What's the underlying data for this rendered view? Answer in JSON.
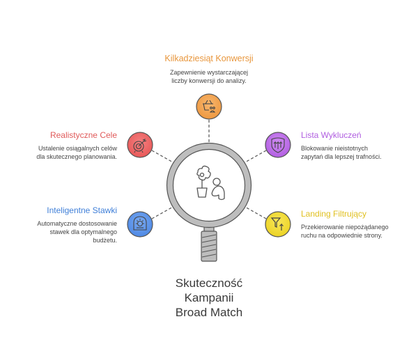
{
  "center": {
    "title_lines": [
      "Skuteczność",
      "Kampanii",
      "Broad Match"
    ],
    "icon": "plant-and-person-icon"
  },
  "items": [
    {
      "title": "Kilkadziesiąt Konwersji",
      "desc_lines": [
        "Zapewnienie wystarczającej",
        "liczby konwersji do analizy."
      ],
      "color": "#f0a04b",
      "icon": "shopping-basket-icon"
    },
    {
      "title": "Realistyczne Cele",
      "desc_lines": [
        "Ustalenie osiągalnych celów",
        "dla skutecznego planowania."
      ],
      "color": "#e85c5c",
      "icon": "target-icon"
    },
    {
      "title": "Lista Wykluczeń",
      "desc_lines": [
        "Blokowanie nieistotnych",
        "zapytań dla lepszej trafności."
      ],
      "color": "#b05ee0",
      "icon": "shield-arrows-icon"
    },
    {
      "title": "Inteligentne Stawki",
      "desc_lines": [
        "Automatyczne dostosowanie",
        "stawek dla optymalnego",
        "budżetu."
      ],
      "color": "#4a86e0",
      "icon": "smart-device-icon"
    },
    {
      "title": "Landing Filtrujący",
      "desc_lines": [
        "Przekierowanie niepożądanego",
        "ruchu na odpowiednie strony."
      ],
      "color": "#e8cc20",
      "icon": "filter-arrow-icon"
    }
  ],
  "colors": {
    "orange_title": "#e8963c",
    "red_title": "#e05a5a",
    "purple_title": "#b05ee0",
    "blue_title": "#3f7fd8",
    "yellow_title": "#e0c020",
    "lens": "#bdbdbd",
    "outline": "#555555"
  }
}
